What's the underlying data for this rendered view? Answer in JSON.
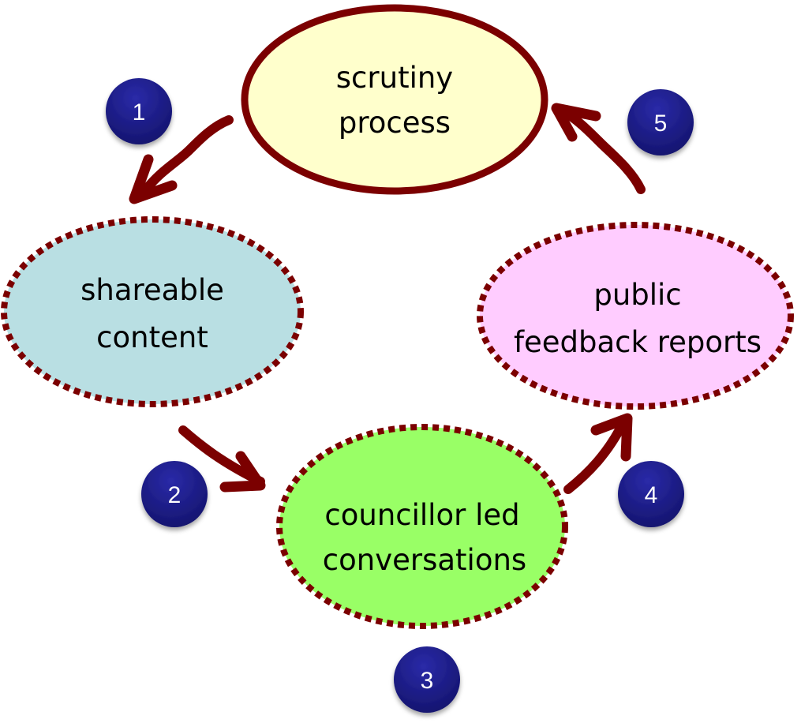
{
  "title": "Scrutiny engagement cycle",
  "colors": {
    "border": "#7b0000",
    "arrow": "#7b0000",
    "badge": "#1e1e88",
    "badge_text": "#ffffff"
  },
  "nodes": [
    {
      "id": "scrutiny-process",
      "lines": [
        "scrutiny",
        "process"
      ],
      "fill": "#ffffcc",
      "border_style": "solid"
    },
    {
      "id": "shareable-content",
      "lines": [
        "shareable",
        "content"
      ],
      "fill": "#b9dfe3",
      "border_style": "dotted"
    },
    {
      "id": "councillor-led-conversations",
      "lines": [
        "councillor led",
        "conversations"
      ],
      "fill": "#99ff66",
      "border_style": "dotted"
    },
    {
      "id": "public-feedback-reports",
      "lines": [
        "public",
        "feedback reports"
      ],
      "fill": "#ffccff",
      "border_style": "dotted"
    }
  ],
  "steps": [
    {
      "label": "1",
      "from": "scrutiny-process",
      "to": "shareable-content"
    },
    {
      "label": "2",
      "from": "shareable-content",
      "to": "councillor-led-conversations"
    },
    {
      "label": "3",
      "from": "councillor-led-conversations",
      "to": null
    },
    {
      "label": "4",
      "from": "councillor-led-conversations",
      "to": "public-feedback-reports"
    },
    {
      "label": "5",
      "from": "public-feedback-reports",
      "to": "scrutiny-process"
    }
  ]
}
